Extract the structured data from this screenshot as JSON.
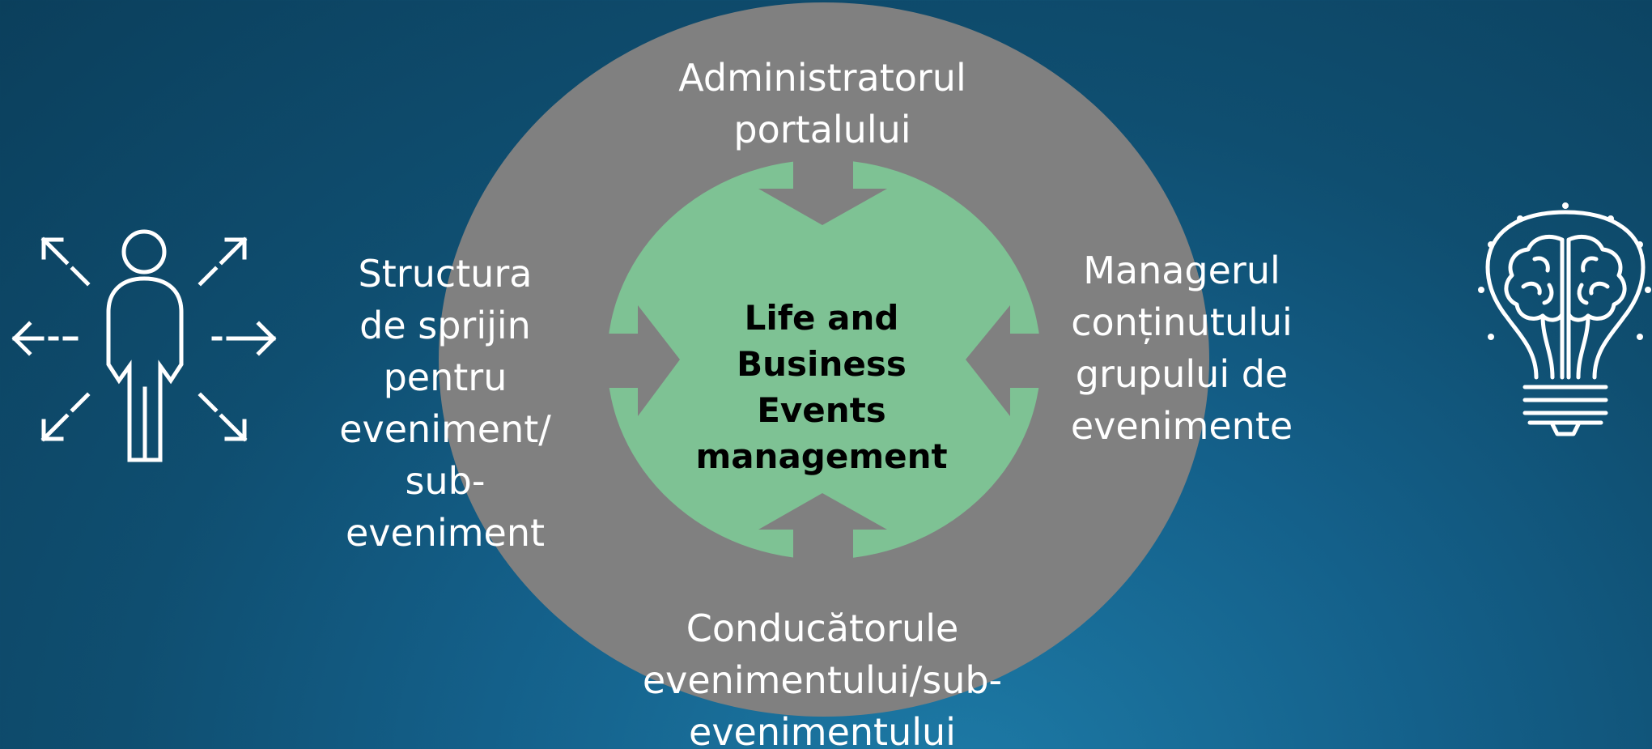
{
  "center": {
    "label": "Life and\nBusiness\nEvents management"
  },
  "roles": {
    "top": "Administratorul\nportalului",
    "left": "Structura\nde sprijin\npentru\neveniment/\nsub-\neveniment",
    "right": "Managerul\nconținutului\ngrupului de\nevenimente",
    "bottom": "Conducătorule\nevenimentului/sub-\nevenimentului"
  },
  "icons": {
    "left": "person-with-arrows-icon",
    "right": "lightbulb-brain-icon"
  },
  "colors": {
    "outer_circle": "#808080",
    "inner_circle": "#7ec294",
    "icon_stroke": "#ffffff",
    "background": "#0f4e70"
  }
}
